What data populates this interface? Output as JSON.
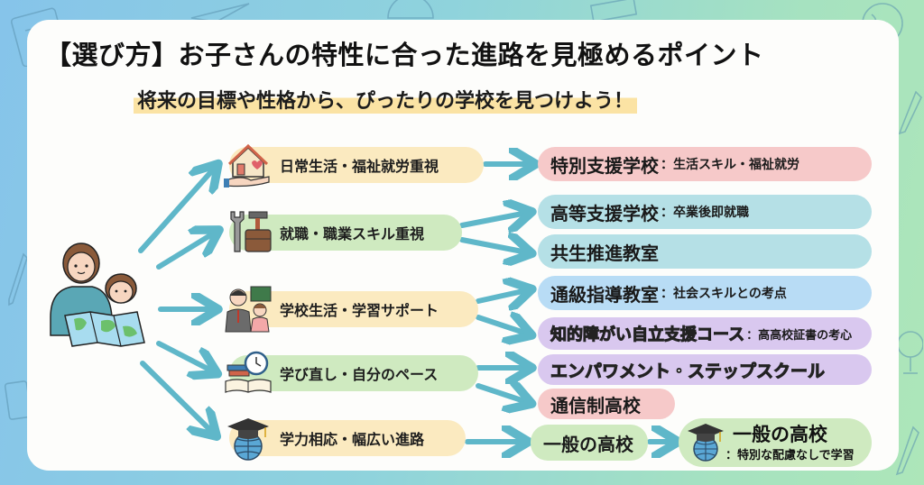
{
  "header": {
    "title": "【選び方】お子さんの特性に合った進路を見極めるポイント",
    "subtitle": "将来の目標や性格から、ぴったりの学校を見つけよう！"
  },
  "hero": {
    "icon": "parent-child-reading-map-icon"
  },
  "categories": [
    {
      "label": "日常生活・福祉就労重視",
      "icon": "house-in-hand-icon",
      "color": "#fbeac0"
    },
    {
      "label": "就職・職業スキル重視",
      "icon": "tools-briefcase-icon",
      "color": "#cfeac0"
    },
    {
      "label": "学校生活・学習サポート",
      "icon": "teacher-student-icon",
      "color": "#fbeac0"
    },
    {
      "label": "学び直し・自分のペース",
      "icon": "book-clock-icon",
      "color": "#cfeac0"
    },
    {
      "label": "学力相応・幅広い進路",
      "icon": "graduation-globe-icon",
      "color": "#fbeac0"
    }
  ],
  "destinations": [
    {
      "main": "特別支援学校",
      "sub": "：生活スキル・福祉就労",
      "color": "#f6c9c9"
    },
    {
      "main": "高等支援学校",
      "sub": "：卒業後即就職",
      "color": "#b5e0e6"
    },
    {
      "main": "共生推進教室",
      "sub": "",
      "color": "#b5e0e6"
    },
    {
      "main": "通級指導教室",
      "sub": "：社会スキルとの考点",
      "color": "#b8dcf5"
    },
    {
      "main": "知的障がい自立支援コース",
      "sub": "：高高校証書の考心",
      "color": "#d9c8ef"
    },
    {
      "main": "エンパワメント・ステップスクール",
      "sub": "",
      "color": "#d9c8ef"
    },
    {
      "main": "通信制高校",
      "sub": "",
      "color": "#f6c9c9"
    },
    {
      "main": "一般の高校",
      "sub": "",
      "color": "#cfeac0"
    }
  ],
  "final": {
    "main": "一般の高校",
    "sub": "：特別な配慮なしで学習",
    "icon": "graduation-globe-icon",
    "color": "#cfeac0"
  },
  "colors": {
    "arrow": "#5fb7c9",
    "highlight": "#fbe3a4"
  }
}
